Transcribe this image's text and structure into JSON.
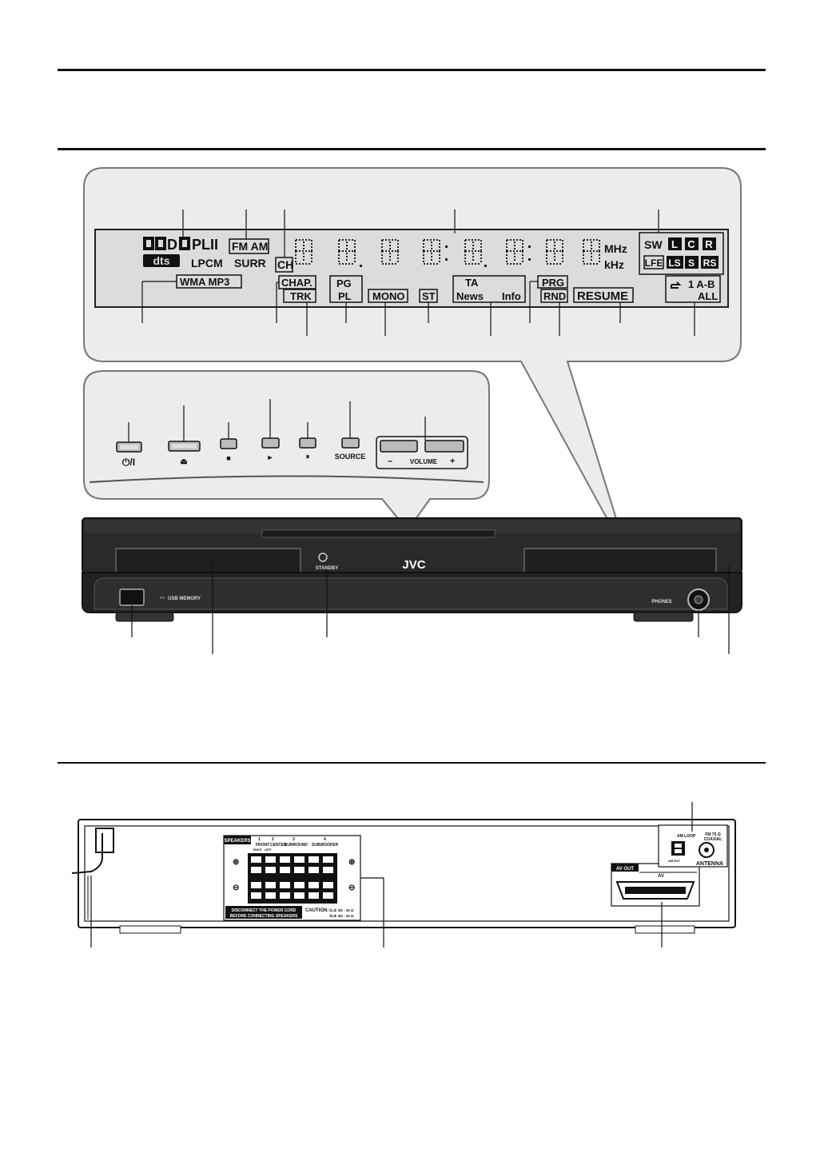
{
  "display": {
    "dolby_logo": "DD",
    "pl2": "PLII",
    "dts": "dts",
    "lpcm": "LPCM",
    "fm_am": "FM AM",
    "surr": "SURR",
    "ch": "CH",
    "wma_mp3": "WMA MP3",
    "chap": "CHAP.",
    "trk": "TRK",
    "pg": "PG",
    "pl": "PL",
    "mono": "MONO",
    "st": "ST",
    "ta": "TA",
    "news": "News",
    "info": "Info",
    "prg": "PRG",
    "rnd": "RND",
    "resume": "RESUME",
    "mhz": "MHz",
    "khz": "kHz",
    "sw": "SW",
    "ch_l": "L",
    "ch_c": "C",
    "ch_r": "R",
    "lfe": "LFE",
    "ch_ls": "LS",
    "ch_s": "S",
    "ch_rs": "RS",
    "repeat_1ab": "1 A-B",
    "repeat_all": "ALL"
  },
  "panel": {
    "power": "⏻/I",
    "eject": "⏏",
    "stop": "■",
    "play": "►",
    "pause": "⏸",
    "source": "SOURCE",
    "volume": "VOLUME",
    "minus": "–",
    "plus": "+"
  },
  "front": {
    "brand": "JVC",
    "standby": "STANDBY",
    "usb": "USB MEMORY",
    "phones": "PHONES"
  },
  "rear": {
    "speakers": "SPEAKERS",
    "front": "FRONT",
    "center": "CENTER",
    "surround": "SURROUND",
    "subwoofer": "SUBWOOFER",
    "right": "RIGHT",
    "left": "LEFT",
    "n1": "1",
    "n2": "2",
    "n3": "3",
    "n4": "4",
    "warning1": "DISCONNECT THE POWER CORD",
    "warning2": "BEFORE CONNECTING SPEAKERS",
    "caution": "CAUTION:",
    "imp1": "①,② 3Ω - 16 Ω",
    "imp2": "③,④ 4Ω - 16 Ω",
    "av_out": "AV OUT",
    "av": "AV",
    "am_loop": "AM LOOP",
    "am_ext": "AM EXT",
    "fm": "FM 75 Ω",
    "coaxial": "COAXIAL",
    "antenna": "ANTENNA"
  }
}
